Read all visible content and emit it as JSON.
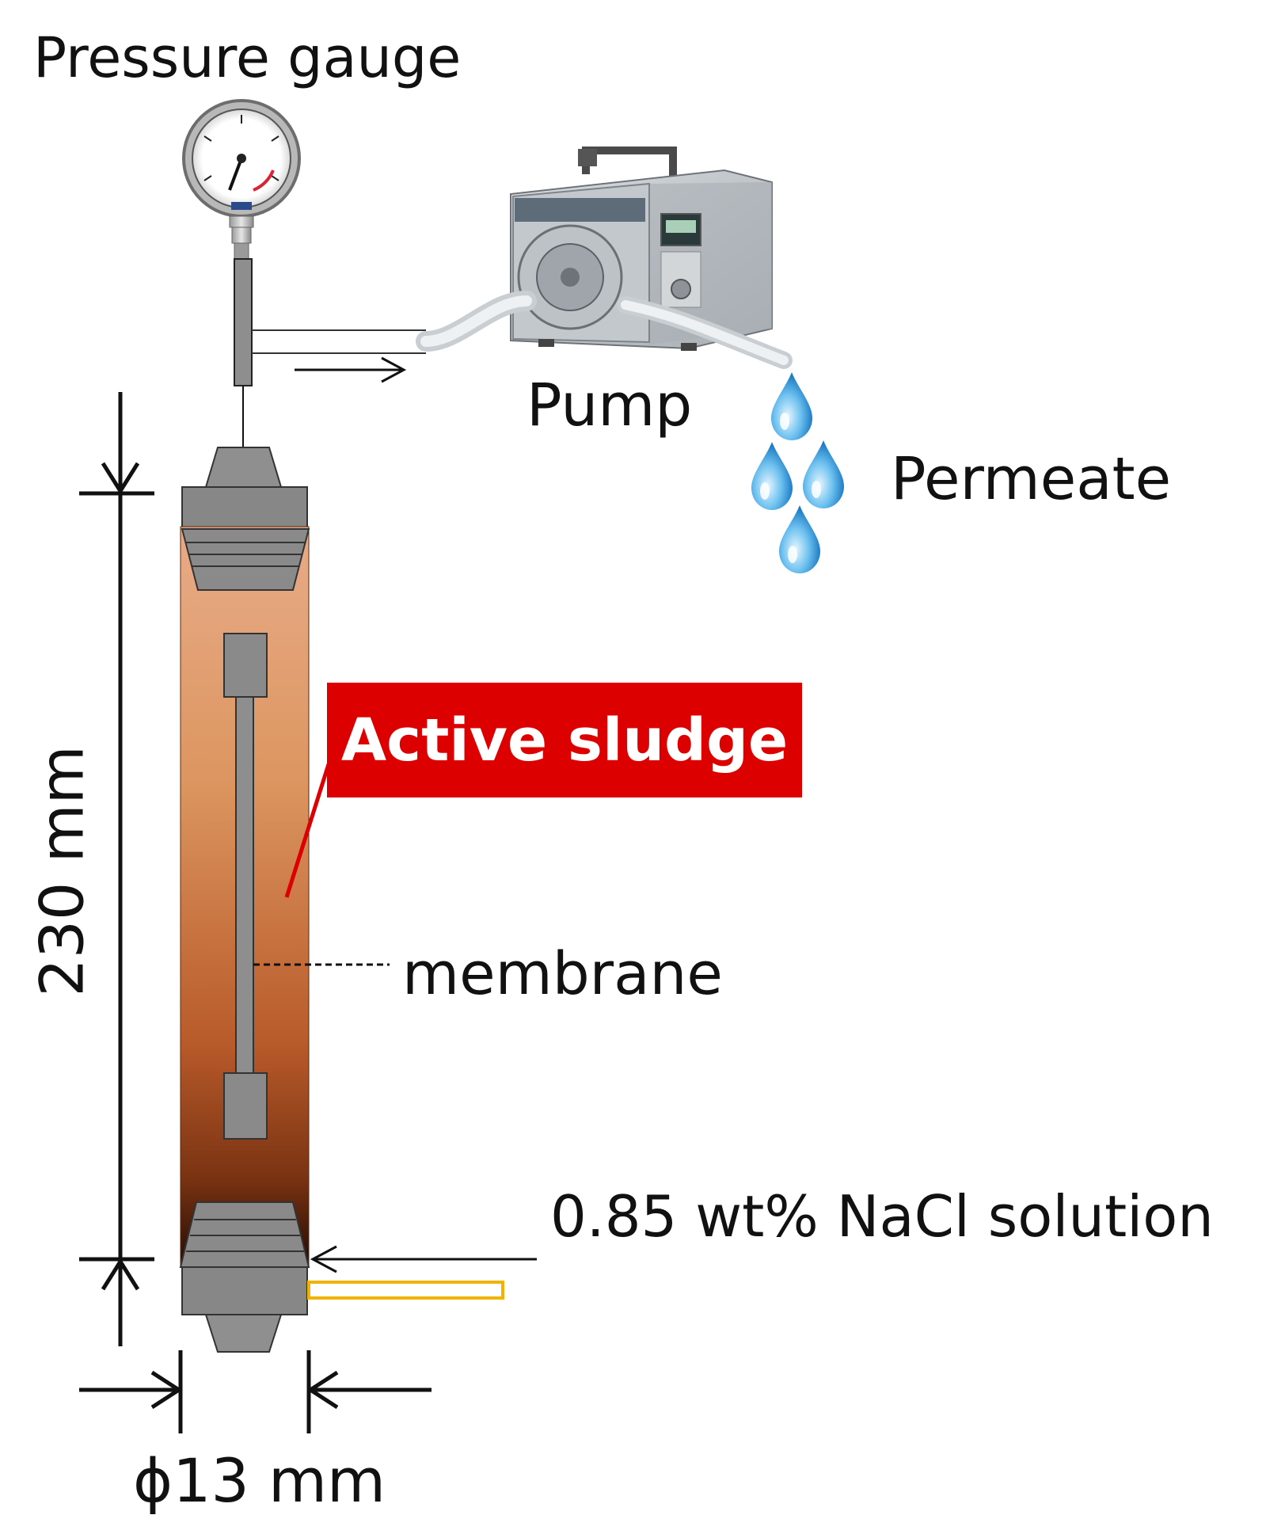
{
  "labels": {
    "pressure_gauge": "Pressure gauge",
    "pump": "Pump",
    "permeate": "Permeate",
    "active_sludge": "Active sludge",
    "membrane": "membrane",
    "nacl_solution": "0.85 wt% NaCl solution",
    "height_dimension": "230 mm",
    "width_dimension": "ϕ13 mm"
  },
  "colors": {
    "sludge_top": "#e8a883",
    "sludge_mid": "#c7703f",
    "sludge_bottom": "#2a0e06",
    "cap_gray": "#8a8a8a",
    "label_red": "#dd0000",
    "inlet_yellow": "#f0b400",
    "drop_blue": "#3aa0e0"
  },
  "icons": [
    "pressure-gauge-icon",
    "pump-icon",
    "water-drop-icon"
  ]
}
